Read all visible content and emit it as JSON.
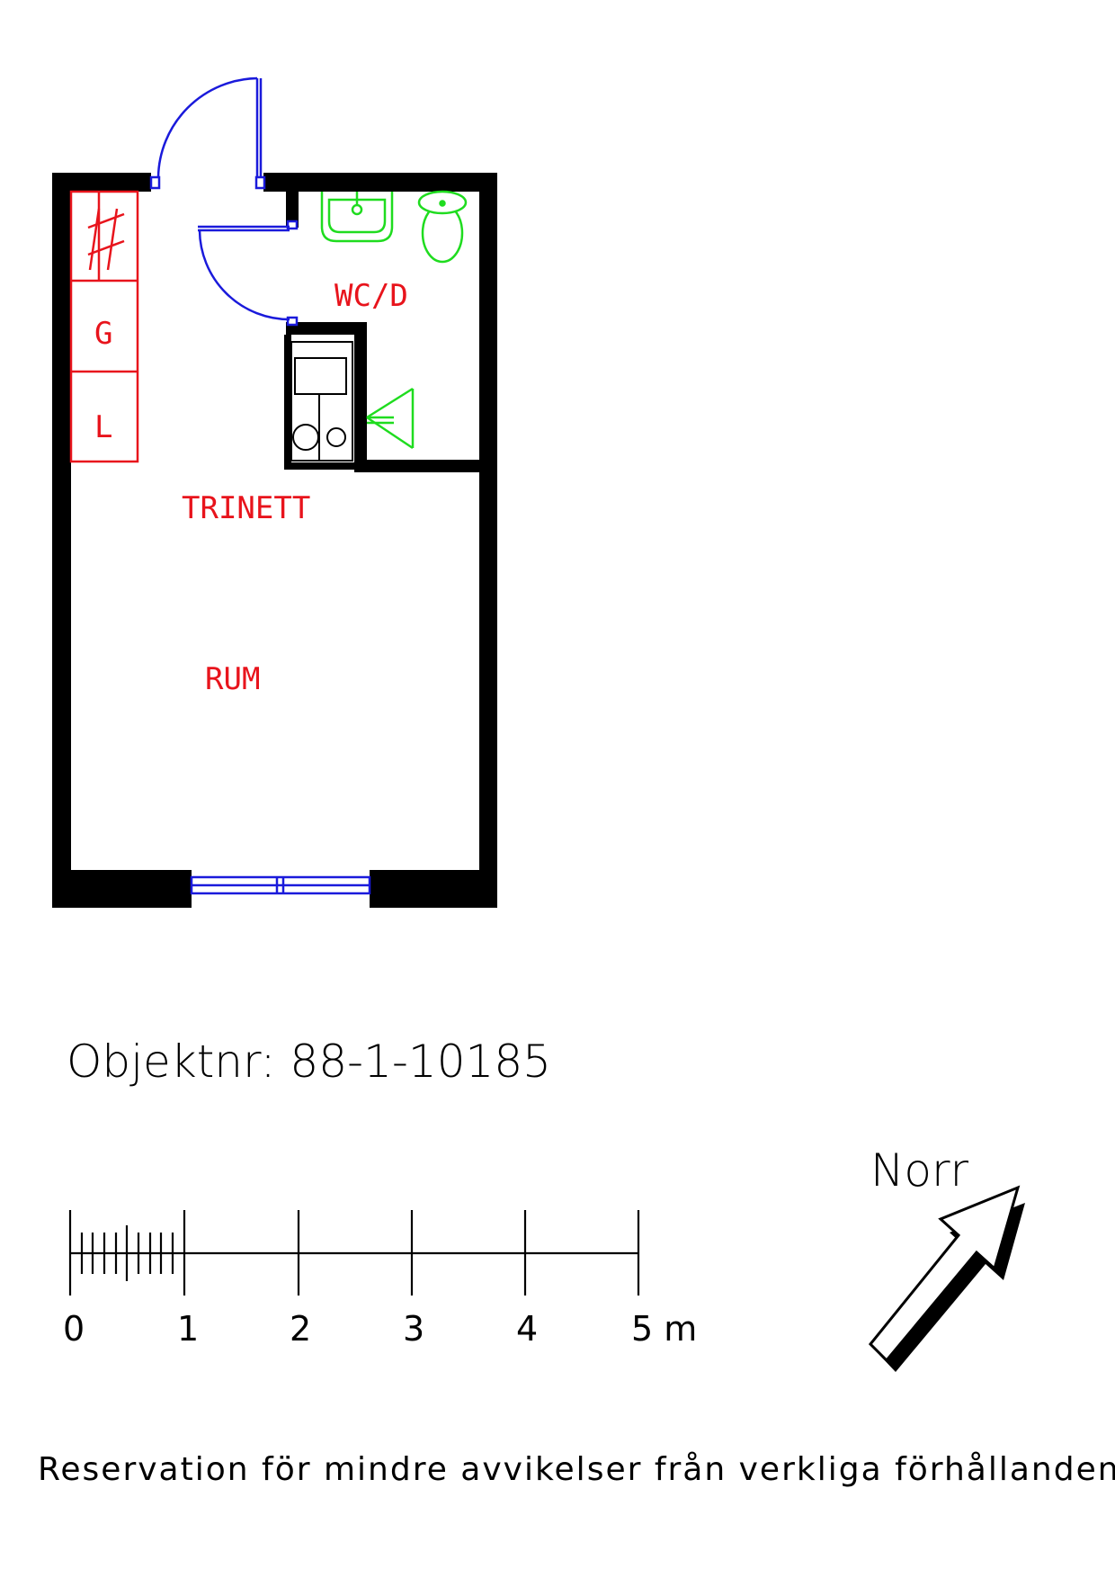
{
  "rooms": {
    "wc": "WC/D",
    "kitchenette": "TRINETT",
    "room": "RUM"
  },
  "cabinets": {
    "g": "G",
    "l": "L"
  },
  "object_number": "Objektnr: 88-1-10185",
  "scale": {
    "ticks": [
      "0",
      "1",
      "2",
      "3",
      "4",
      "5 m"
    ]
  },
  "north": "Norr",
  "disclaimer": "Reservation för mindre avvikelser från verkliga förhållanden",
  "colors": {
    "wall": "#000000",
    "door": "#1a1adb",
    "fixture": "#1fdc1f",
    "label": "#e8141c"
  }
}
